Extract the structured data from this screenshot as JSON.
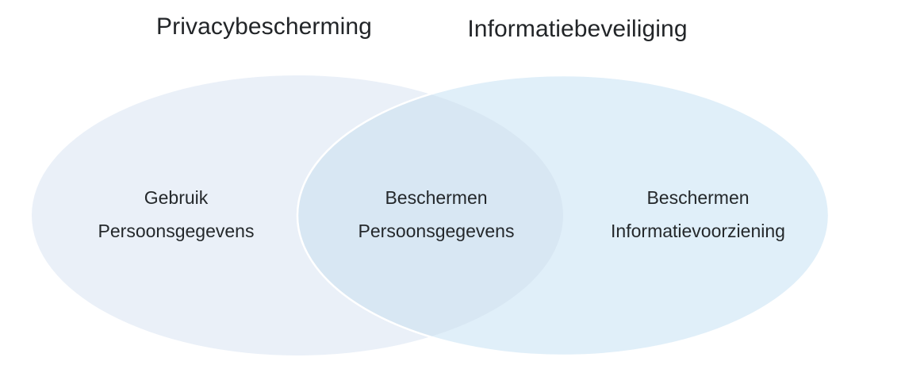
{
  "diagram": {
    "type": "venn",
    "sets": [
      {
        "id": "privacy",
        "title": "Privacybescherming",
        "fill": "#eaf0f8",
        "position": "left"
      },
      {
        "id": "security",
        "title": "Informatiebeveiliging",
        "fill": "#ddeef8",
        "position": "right"
      }
    ],
    "regions": [
      {
        "id": "left-only",
        "line1": "Gebruik",
        "line2": "Persoonsgegevens",
        "fill": "#eaf0f8"
      },
      {
        "id": "overlap",
        "line1": "Beschermen",
        "line2": "Persoonsgegevens",
        "fill": "#d8e7f3"
      },
      {
        "id": "right-only",
        "line1": "Beschermen",
        "line2": "Informatievoorziening",
        "fill": "#ddeef8"
      }
    ],
    "colors": {
      "background": "#ffffff",
      "text": "#24282b",
      "stroke": "#ffffff"
    }
  }
}
